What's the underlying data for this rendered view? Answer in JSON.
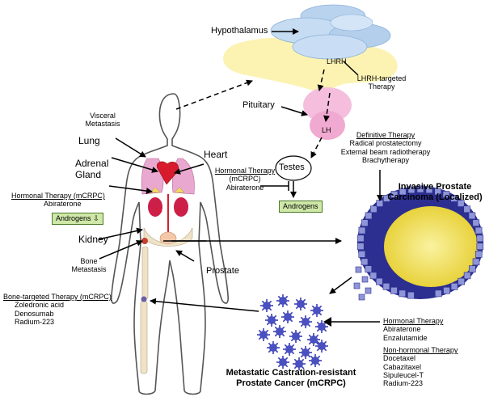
{
  "hypothalamus": "Hypothalamus",
  "lhrh": "LHRH",
  "lhrh_therapy": [
    "LHRH-targeted",
    "Therapy"
  ],
  "pituitary": "Pituitary",
  "lh": "LH",
  "testes": "Testes",
  "hormonal_center": {
    "title": "Hormonal Therapy",
    "sub": "(mCRPC)",
    "drug": "Abiraterone"
  },
  "androgens_center": "Androgens",
  "body": {
    "visceral": [
      "Visceral",
      "Metastasis"
    ],
    "lung": "Lung",
    "heart": "Heart",
    "adrenal": [
      "Adrenal",
      "Gland"
    ],
    "hormonal_left": {
      "title": "Hormonal Therapy (mCRPC)",
      "drug": "Abiraterone"
    },
    "androgens_left": "Androgens",
    "androgens_arrow": "⇩",
    "kidney": "Kidney",
    "bone_met": [
      "Bone",
      "Metastasis"
    ],
    "prostate": "Prostate",
    "bone_therapy": {
      "title": "Bone-targeted Therapy (mCRPC)",
      "drugs": [
        "Zoledronic acid",
        "Denosumab",
        "Radium-223"
      ]
    }
  },
  "definitive": {
    "title": "Definitive Therapy",
    "items": [
      "Radical prostatectomy",
      "External beam radiotherapy",
      "Brachytherapy"
    ]
  },
  "invasive": [
    "Invasive Prostate",
    "Carcinoma (Localized)"
  ],
  "hormonal_right": {
    "title": "Hormonal Therapy",
    "items": [
      "Abiraterone",
      "Enzalutamide"
    ]
  },
  "nonhormonal": {
    "title": "Non-hormonal Therapy",
    "items": [
      "Docetaxel",
      "Cabazitaxel",
      "Sipuleucel-T",
      "Radium-223"
    ]
  },
  "mcrpc": [
    "Metastatic Castration-resistant",
    "Prostate Cancer (mCRPC)"
  ],
  "colors": {
    "brain": "#b9d3ee",
    "brain_glow": "#fbf3b0",
    "pituitary": "#f2b8d8",
    "lung": "#e8a8cf",
    "heart": "#d81b2c",
    "kidney": "#cc1f4a",
    "bone": "#efe2c8",
    "tumor_outer": "#2c2f8f",
    "tumor_inner": "#f3e36a",
    "box": "#cfe8a8"
  }
}
